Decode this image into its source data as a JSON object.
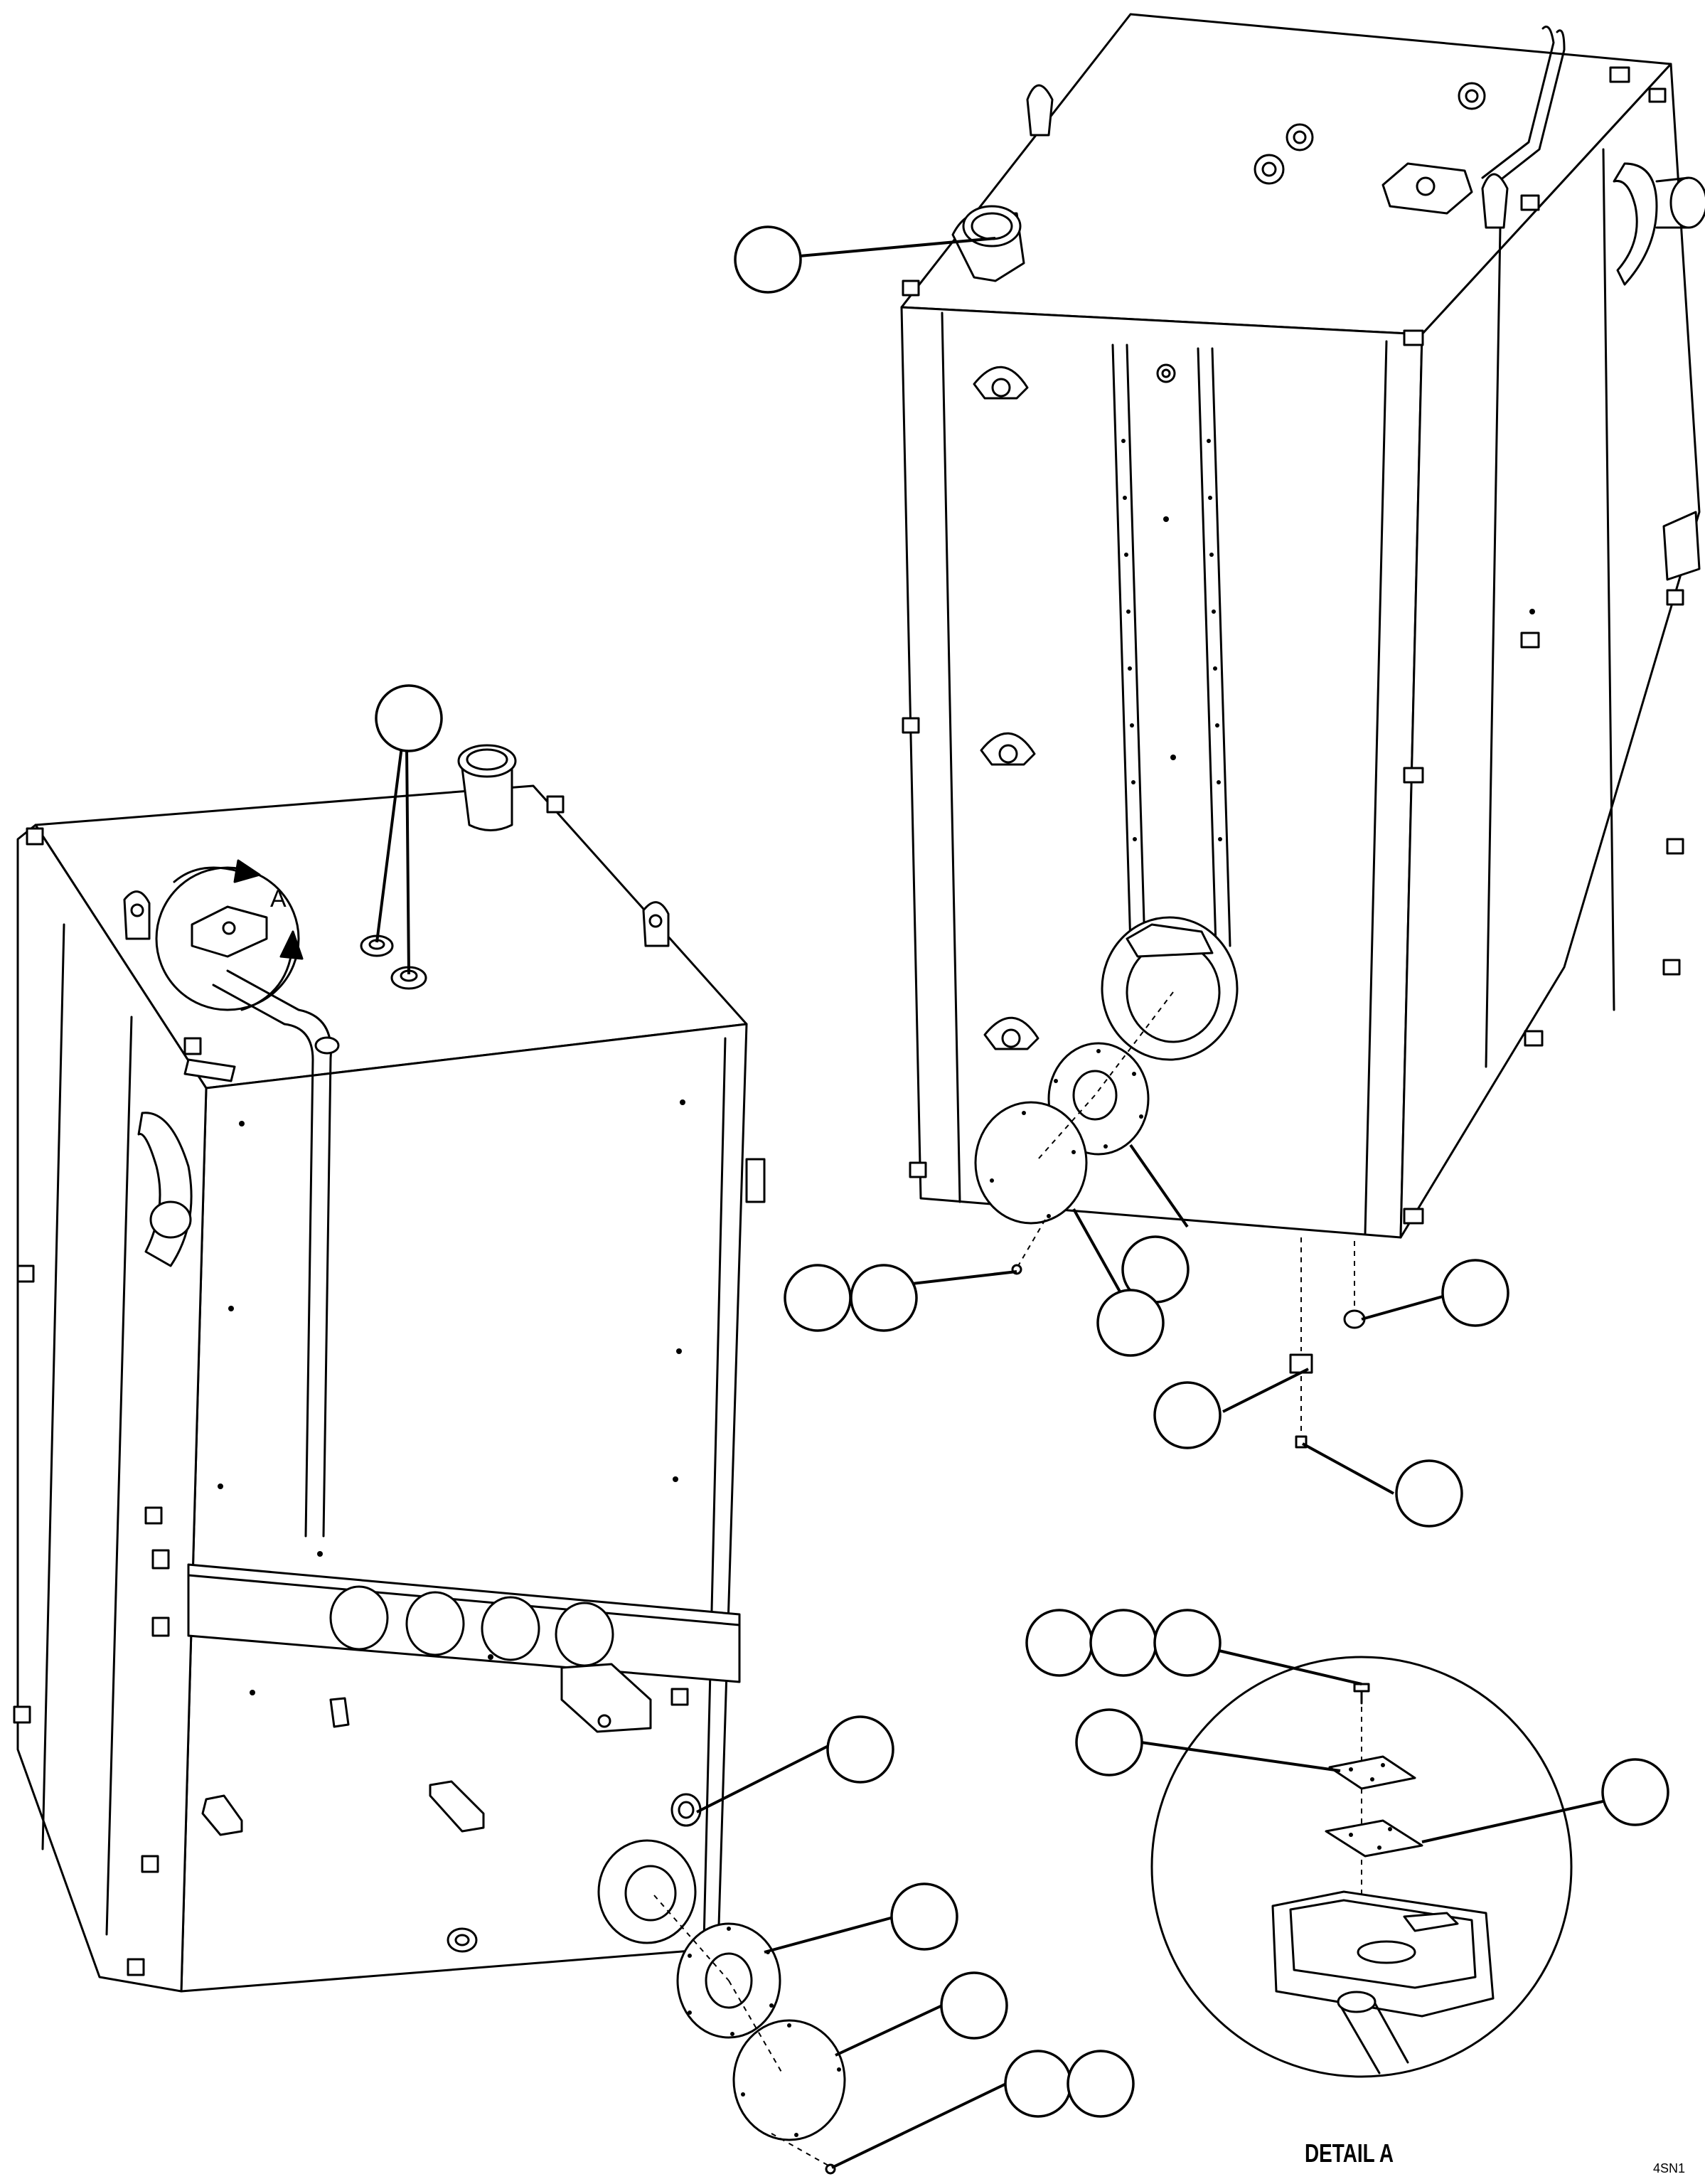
{
  "detail_marker": "A",
  "detail_caption": "DETAIL A",
  "sheet_code": "4SN1"
}
